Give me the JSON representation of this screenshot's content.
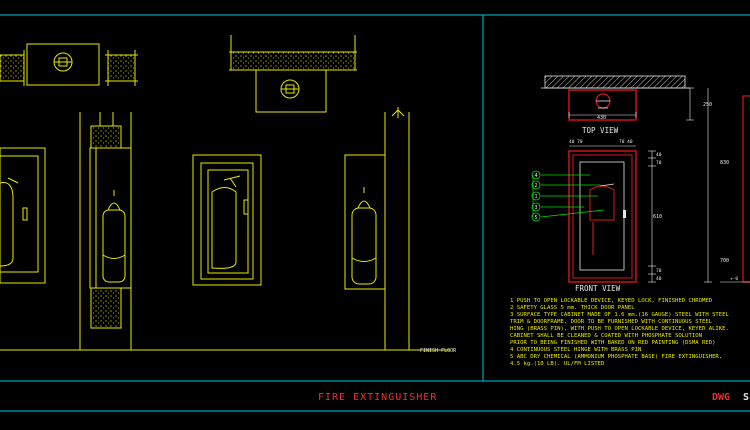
{
  "title_block": {
    "title": "FIRE EXTINGUISHER",
    "logo_left": "DWG",
    "logo_right": "S"
  },
  "labels": {
    "top_view": "TOP VIEW",
    "front_view": "FRONT VIEW",
    "finish_floor": "FINISH FLOOR"
  },
  "dimensions": {
    "width_430": "430",
    "d_250": "250",
    "d_4070_left": "40 70",
    "d_7040_right": "70 40",
    "d_40_a": "40",
    "d_70_a": "70",
    "d_610": "610",
    "d_830": "830",
    "d_70_b": "70",
    "d_40_b": "40",
    "d_700": "700",
    "d_edge": "+-0"
  },
  "callouts": [
    "4",
    "2",
    "1",
    "3",
    "5"
  ],
  "notes": [
    "1  PUSH TO OPEN LOCKABLE DEVICE, KEYED LOCK, FINISHED CHROMED",
    "2  SAFETY GLASS 5 mm. THICK DOOR PANEL",
    "3  SURFACE TYPE CABINET MADE OF 1.6 mm.(16 GAUGE) STEEL WITH STEEL",
    "   TRIM & DOORFRAME, DOOR TO BE FURNISHED WITH CONTINUOUS STEEL",
    "   HING (BRASS PIN), WITH PUSH TO OPEN LOCKABLE DEVICE, KEYED ALIKE.",
    "   CABINET SHALL BE CLEANED & COATED WITH PHOSPHATE SOLUTION",
    "   PRIOR TO BEING FINISHED WITH BAKED ON RED PAINTING (DSMA RED)",
    "4  CONTINUOUS STEEL HINGE WITH BRASS PIN",
    "5  ABC DRY CHEMICAL (AMMONIUM PHOSPHATE BASE) FIRE EXTINGUISHER,",
    "   4.5 kg.(10 LB). UL/FM LISTED"
  ],
  "colors": {
    "background": "#000000",
    "frame": "#00c8e0",
    "linework": "#e8e800",
    "cabinet": "#d81818",
    "dimension": "#e8e8e8",
    "label": "#e8e8e8",
    "title": "#e83030",
    "callout": "#00e000"
  }
}
